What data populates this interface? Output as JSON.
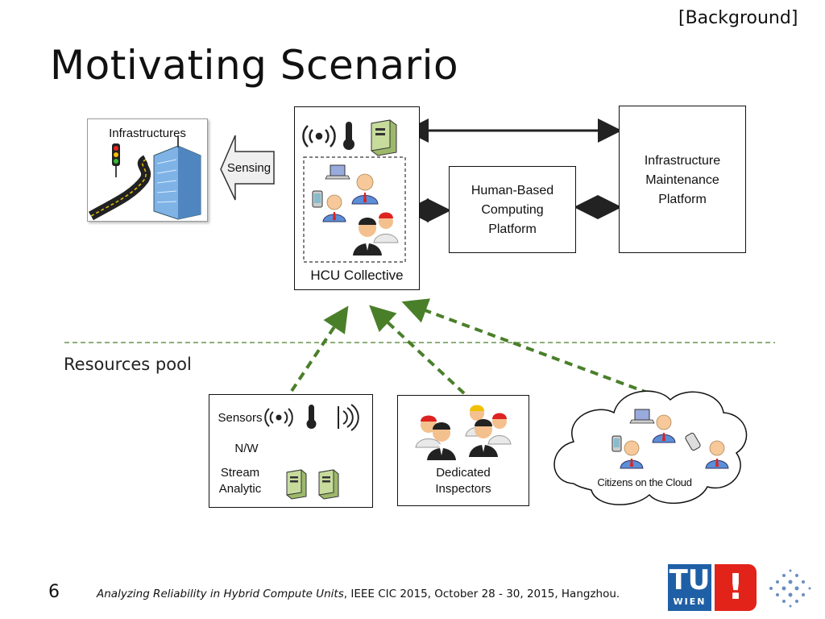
{
  "slide": {
    "tag": "[Background]",
    "title": "Motivating Scenario",
    "page_number": "6",
    "footer_title": "Analyzing Reliability in Hybrid Compute Units",
    "footer_rest": ", IEEE CIC 2015, October 28 - 30, 2015, Hangzhou.",
    "logo_tu": "TU",
    "logo_wien": "WIEN",
    "logo_mark": "!"
  },
  "diagram": {
    "infrastructures": "Infrastructures",
    "sensing": "Sensing",
    "hcu_collective": "HCU Collective",
    "hbcp_lines": [
      "Human-Based",
      "Computing",
      "Platform"
    ],
    "imp_lines": [
      "Infrastructure",
      "Maintenance",
      "Platform"
    ],
    "resources_pool": "Resources pool",
    "sensors": "Sensors",
    "nw": "N/W",
    "stream_lines": [
      "Stream",
      "Analytic"
    ],
    "dedicated_lines": [
      "Dedicated",
      "Inspectors"
    ],
    "citizens": "Citizens on the Cloud"
  },
  "colors": {
    "dashed_arrow": "#4a7f2a",
    "logo_blue": "#1f5fa6",
    "logo_red": "#e2231a"
  }
}
